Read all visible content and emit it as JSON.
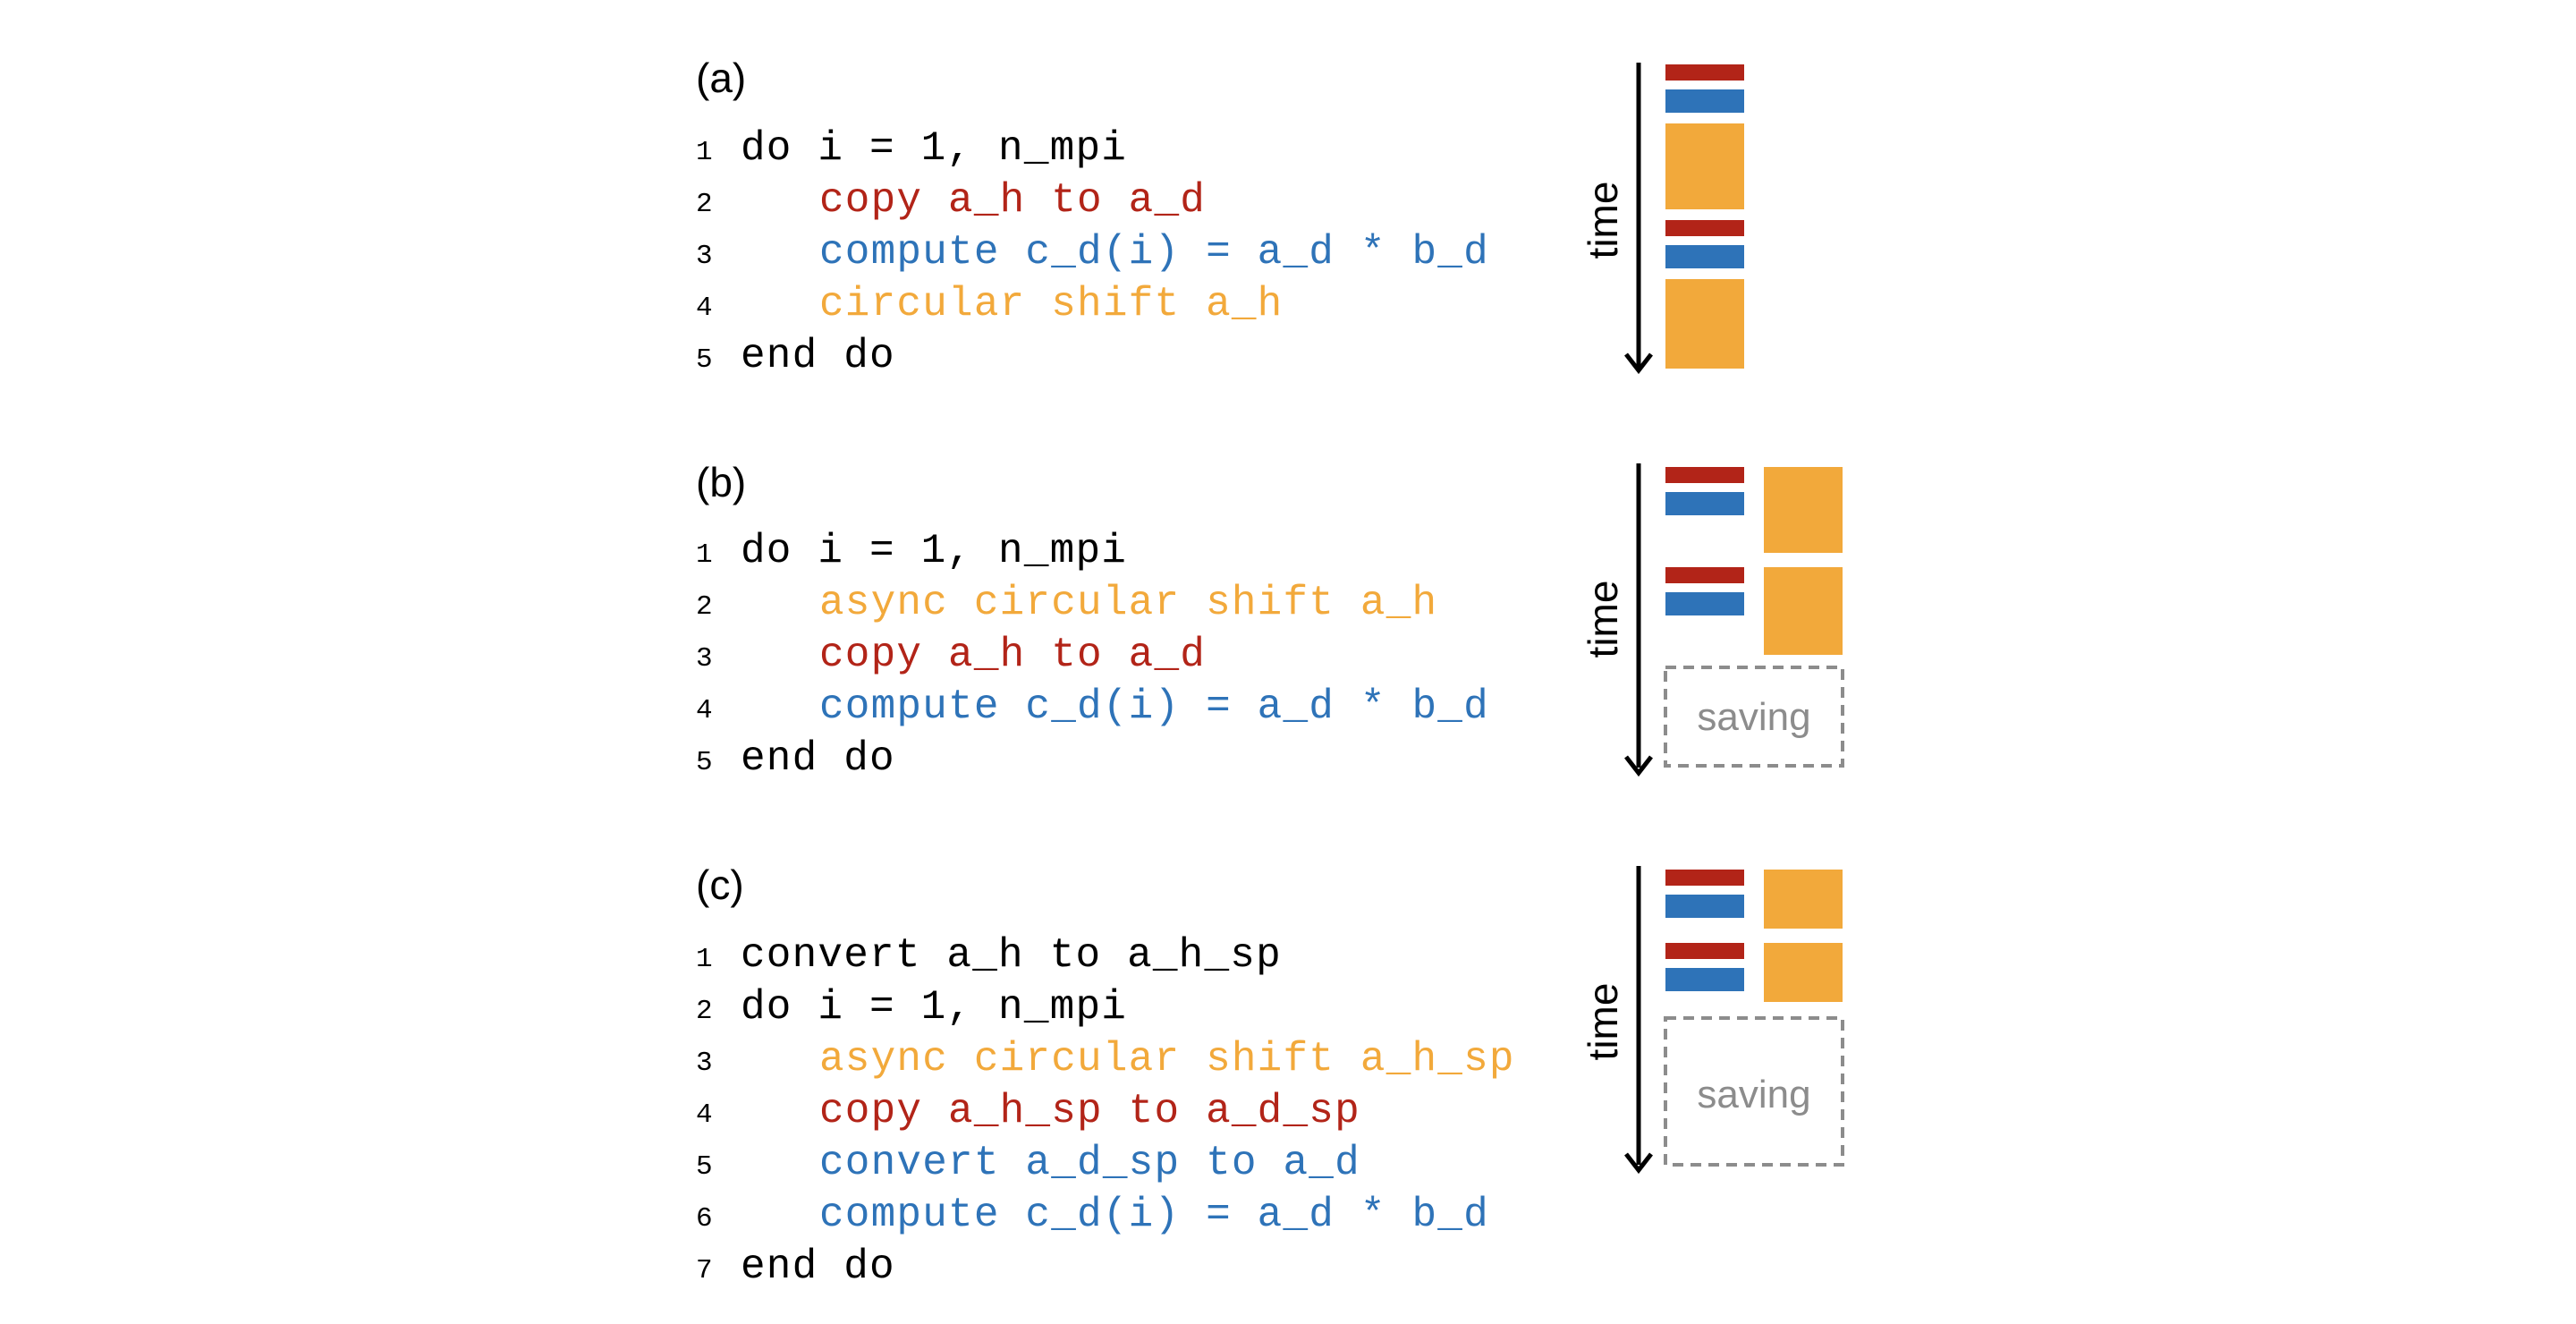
{
  "colors": {
    "default": "#000000",
    "copy": "#b22418",
    "compute": "#2e73b8",
    "shift": "#f2a93b",
    "saving": "#8c8c8c"
  },
  "time_label": "time",
  "saving_label": "saving",
  "panels": [
    {
      "label": "(a)",
      "lines": [
        {
          "num": "1",
          "text": "do i = 1, n_mpi",
          "color": "default",
          "indent": 0
        },
        {
          "num": "2",
          "text": "copy a_h to a_d",
          "color": "copy",
          "indent": 1
        },
        {
          "num": "3",
          "text": "compute c_d(i) = a_d * b_d",
          "color": "compute",
          "indent": 1
        },
        {
          "num": "4",
          "text": "circular shift a_h",
          "color": "shift",
          "indent": 1
        },
        {
          "num": "5",
          "text": "end do",
          "color": "default",
          "indent": 0
        }
      ]
    },
    {
      "label": "(b)",
      "lines": [
        {
          "num": "1",
          "text": "do i = 1, n_mpi",
          "color": "default",
          "indent": 0
        },
        {
          "num": "2",
          "text": "async circular shift a_h",
          "color": "shift",
          "indent": 1
        },
        {
          "num": "3",
          "text": "copy a_h to a_d",
          "color": "copy",
          "indent": 1
        },
        {
          "num": "4",
          "text": "compute c_d(i) = a_d * b_d",
          "color": "compute",
          "indent": 1
        },
        {
          "num": "5",
          "text": "end do",
          "color": "default",
          "indent": 0
        }
      ]
    },
    {
      "label": "(c)",
      "lines": [
        {
          "num": "1",
          "text": "convert a_h to a_h_sp",
          "color": "default",
          "indent": 0
        },
        {
          "num": "2",
          "text": "do i = 1, n_mpi",
          "color": "default",
          "indent": 0
        },
        {
          "num": "3",
          "text": "async circular shift a_h_sp",
          "color": "shift",
          "indent": 1
        },
        {
          "num": "4",
          "text": "copy a_h_sp to a_d_sp",
          "color": "copy",
          "indent": 1
        },
        {
          "num": "5",
          "text": "convert a_d_sp to a_d",
          "color": "compute",
          "indent": 1
        },
        {
          "num": "6",
          "text": "compute c_d(i) = a_d * b_d",
          "color": "compute",
          "indent": 1
        },
        {
          "num": "7",
          "text": "end do",
          "color": "default",
          "indent": 0
        }
      ]
    }
  ]
}
